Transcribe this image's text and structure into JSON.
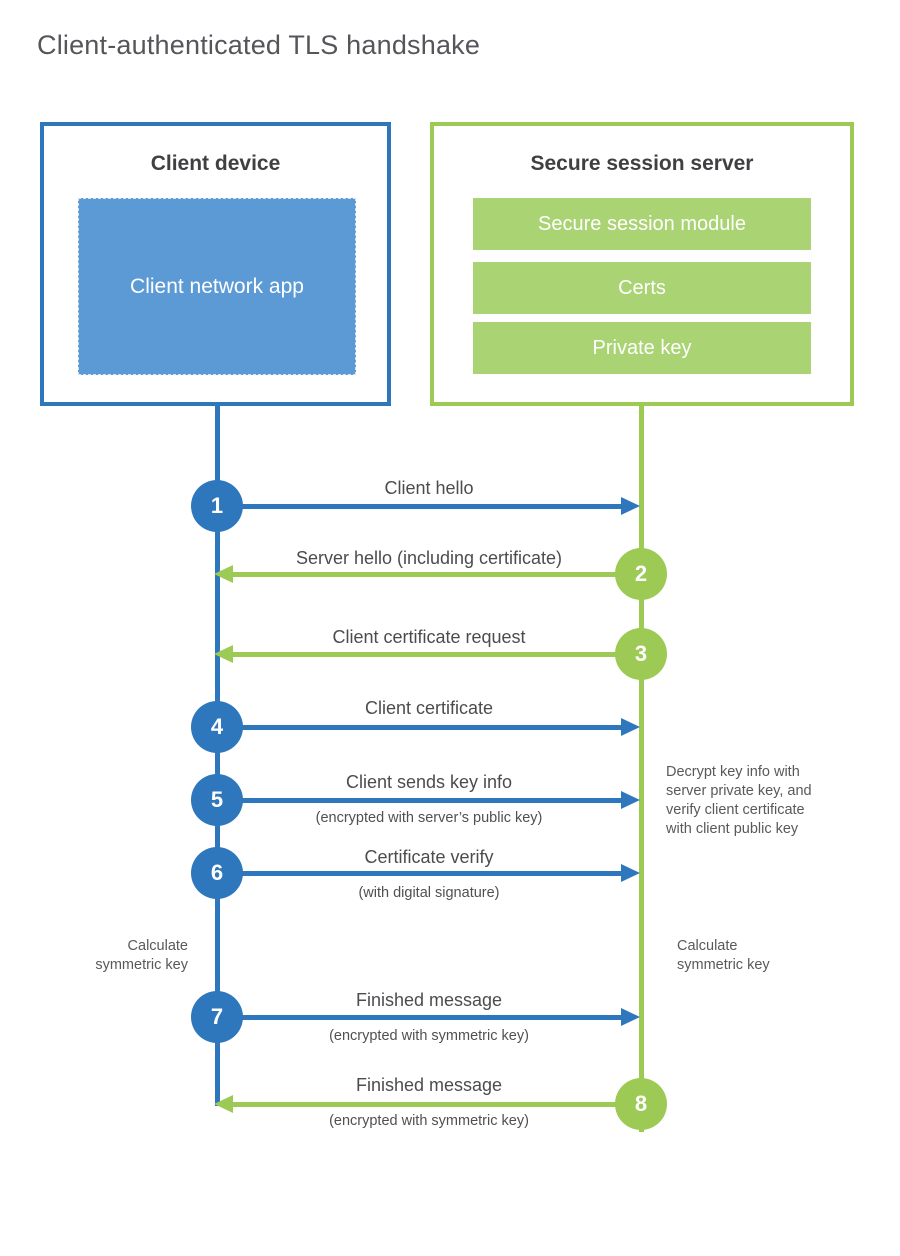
{
  "title": "Client-authenticated TLS handshake",
  "colors": {
    "blue": "#2e77bd",
    "blue_fill": "#5b9ad5",
    "green": "#9cca55",
    "green_fill": "#aad373",
    "heading_text": "#3f4042",
    "label_text": "#4b4c4e",
    "note_text": "#58595b"
  },
  "client": {
    "title": "Client device",
    "app_label": "Client network app"
  },
  "server": {
    "title": "Secure session server",
    "modules": [
      "Secure session module",
      "Certs",
      "Private key"
    ]
  },
  "messages": [
    {
      "num": "1",
      "label": "Client hello",
      "direction": "to-server"
    },
    {
      "num": "2",
      "label": "Server hello (including certificate)",
      "direction": "to-client"
    },
    {
      "num": "3",
      "label": "Client certificate request",
      "direction": "to-client"
    },
    {
      "num": "4",
      "label": "Client certificate",
      "direction": "to-server"
    },
    {
      "num": "5",
      "label": "Client sends key info",
      "sublabel": "(encrypted with server’s public key)",
      "direction": "to-server"
    },
    {
      "num": "6",
      "label": "Certificate verify",
      "sublabel": "(with digital signature)",
      "direction": "to-server"
    },
    {
      "num": "7",
      "label": "Finished message",
      "sublabel": "(encrypted with symmetric key)",
      "direction": "to-server"
    },
    {
      "num": "8",
      "label": "Finished message",
      "sublabel": "(encrypted with symmetric key)",
      "direction": "to-client"
    }
  ],
  "notes": {
    "decrypt": "Decrypt key info with server private key, and verify client certificate with client public key",
    "calc_left": "Calculate symmetric key",
    "calc_right": "Calculate symmetric key"
  }
}
